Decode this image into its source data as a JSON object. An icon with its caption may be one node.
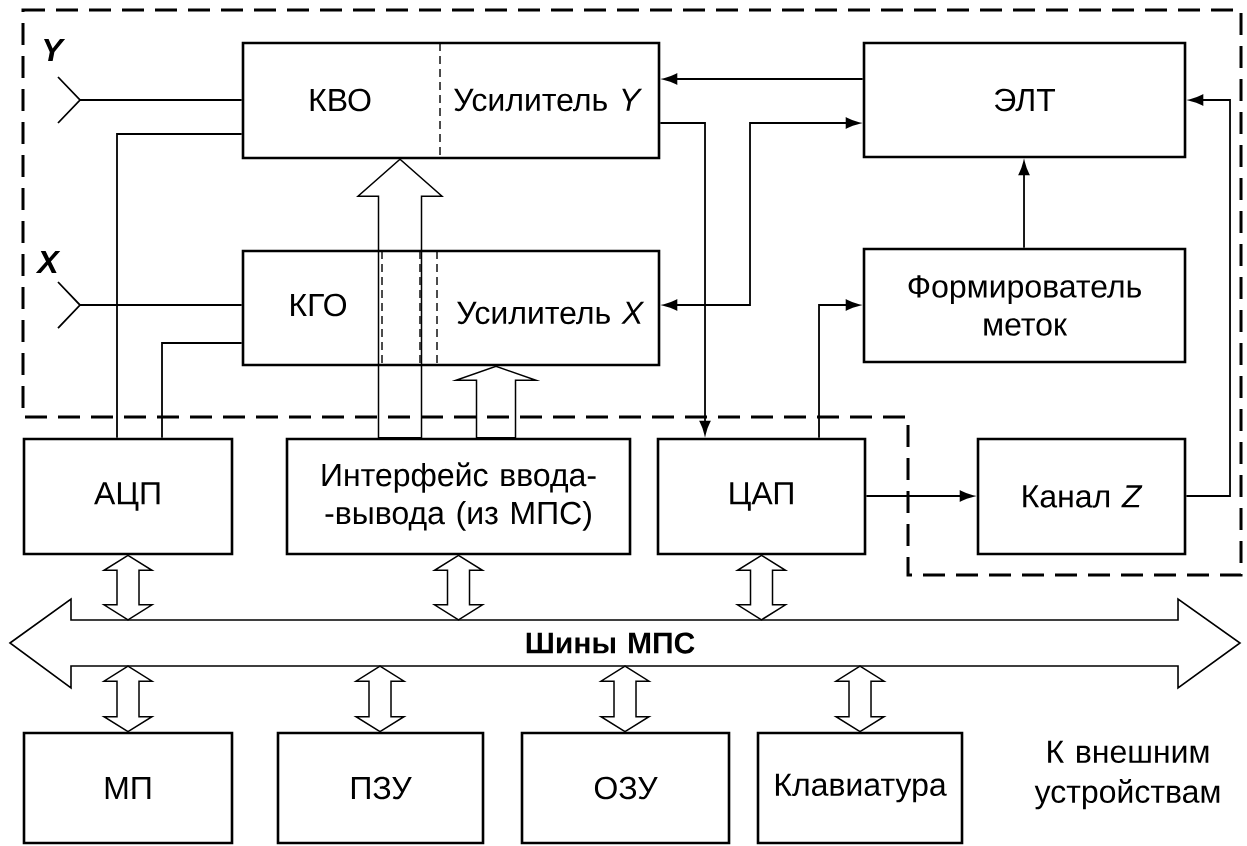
{
  "diagram": {
    "nodes": [
      {
        "text": [
          "КВО",
          "Усилитель *Y*"
        ]
      },
      {
        "text": [
          "ЭЛТ"
        ]
      },
      {
        "text": [
          "КГО",
          "Усилитель *X*"
        ]
      },
      {
        "text": [
          "Формирователь меток"
        ]
      },
      {
        "text": [
          "АЦП"
        ]
      },
      {
        "text": [
          "Интерфейс ввода- -вывода (из МПС)"
        ]
      },
      {
        "text": [
          "ЦАП"
        ]
      },
      {
        "text": [
          "Канал *Z*"
        ]
      },
      {
        "text": [
          "Шины МПС"
        ]
      },
      {
        "text": [
          "МП"
        ]
      },
      {
        "text": [
          "ПЗУ"
        ]
      },
      {
        "text": [
          "ОЗУ"
        ]
      },
      {
        "text": [
          "Клавиатура"
        ]
      },
      {
        "text": [
          "Y"
        ]
      },
      {
        "text": [
          "X"
        ]
      }
    ],
    "edges": [
      {
        "from": 13,
        "to": 0,
        "arrow": "none"
      },
      {
        "from": 14,
        "to": 2,
        "arrow": "none"
      },
      {
        "from": 4,
        "to": 0,
        "arrow": "none"
      },
      {
        "from": 4,
        "to": 2,
        "arrow": "none"
      },
      {
        "from": 1,
        "to": 0,
        "arrow": "to"
      },
      {
        "from": 0,
        "to": 6,
        "arrow": "to"
      },
      {
        "from": 2,
        "to": 1,
        "arrow": "both"
      },
      {
        "from": 6,
        "to": 3,
        "arrow": "to"
      },
      {
        "from": 3,
        "to": 1,
        "arrow": "to"
      },
      {
        "from": 7,
        "to": 1,
        "arrow": "to"
      },
      {
        "from": 6,
        "to": 7,
        "arrow": "to"
      },
      {
        "from": 5,
        "to": 0,
        "arrow": "to",
        "style": "thick"
      },
      {
        "from": 5,
        "to": 2,
        "arrow": "to",
        "style": "thick"
      },
      {
        "from": 4,
        "to": 8,
        "arrow": "both",
        "style": "thick"
      },
      {
        "from": 5,
        "to": 8,
        "arrow": "both",
        "style": "thick"
      },
      {
        "from": 6,
        "to": 8,
        "arrow": "both",
        "style": "thick"
      },
      {
        "from": 8,
        "to": 9,
        "arrow": "both",
        "style": "thick"
      },
      {
        "from": 8,
        "to": 10,
        "arrow": "both",
        "style": "thick"
      },
      {
        "from": 8,
        "to": 11,
        "arrow": "both",
        "style": "thick"
      },
      {
        "from": 8,
        "to": 12,
        "arrow": "both",
        "style": "thick"
      }
    ],
    "labels": [
      "К внешним устройствам"
    ]
  }
}
